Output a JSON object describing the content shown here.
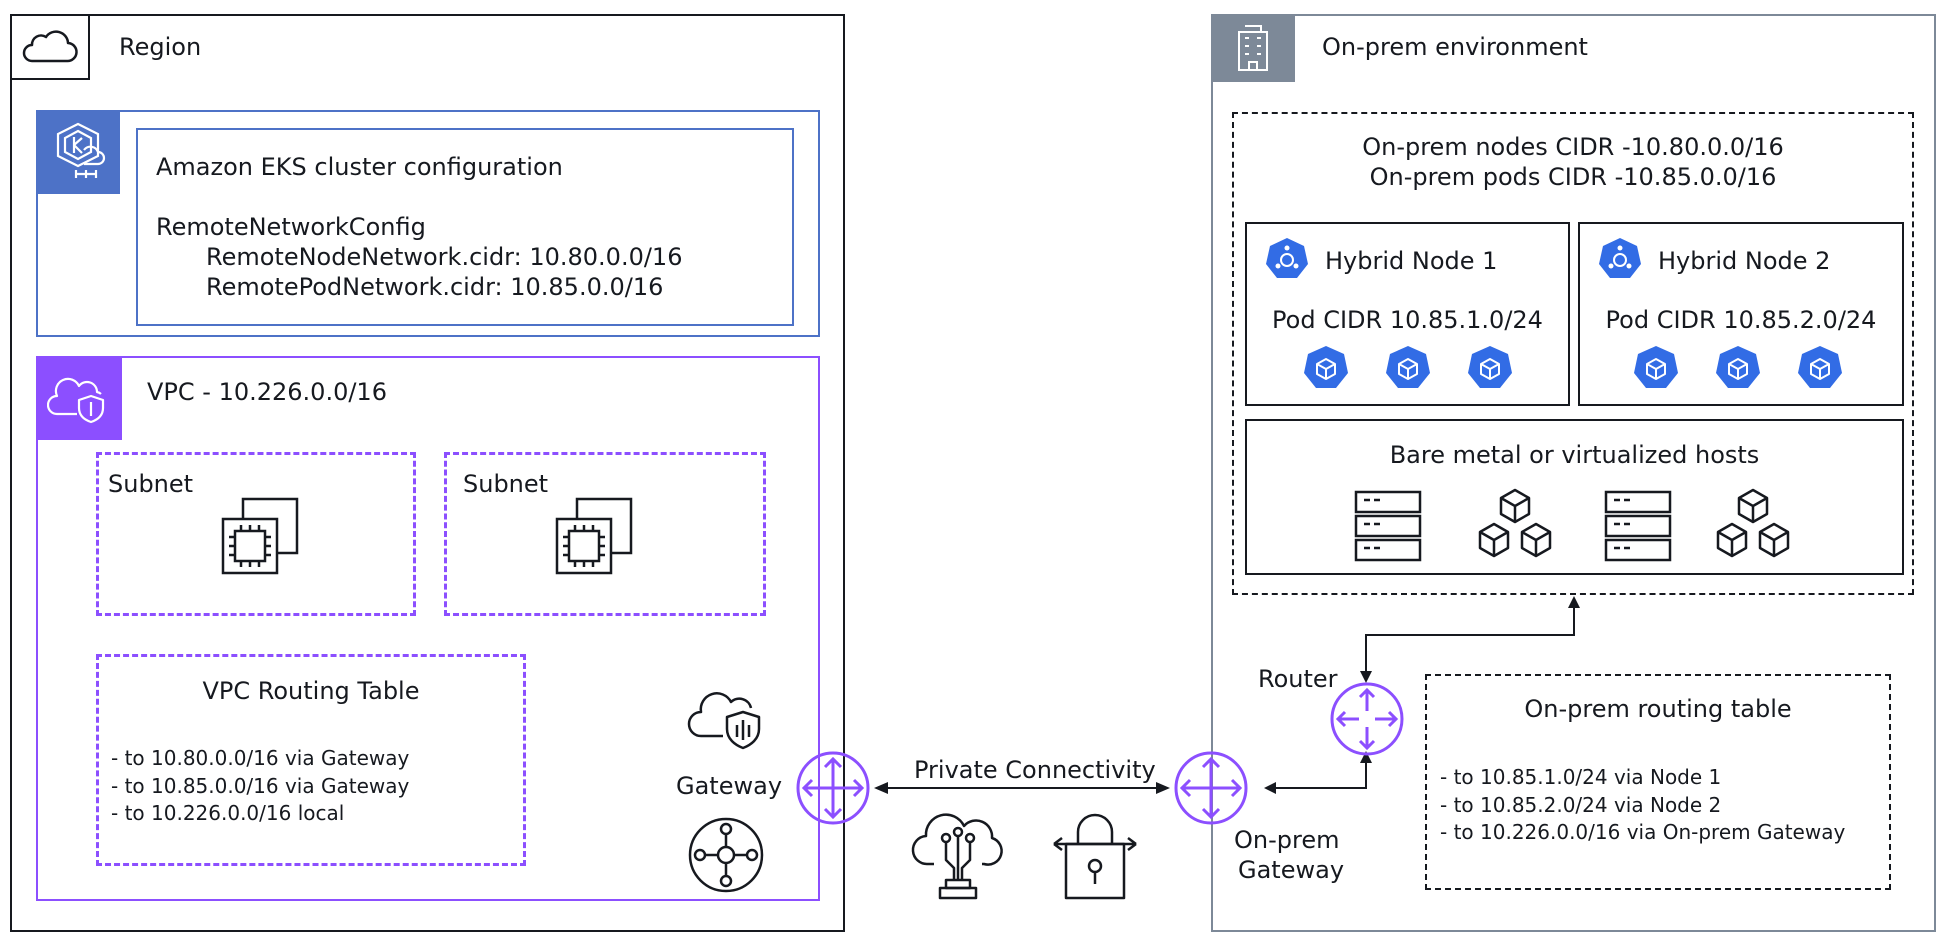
{
  "region": {
    "label": "Region"
  },
  "eks": {
    "title": "Amazon EKS cluster configuration",
    "config_name": "RemoteNetworkConfig",
    "node_network": "RemoteNodeNetwork.cidr: 10.80.0.0/16",
    "pod_network": "RemotePodNetwork.cidr: 10.85.0.0/16"
  },
  "vpc": {
    "label": "VPC - 10.226.0.0/16",
    "subnets": [
      {
        "label": "Subnet"
      },
      {
        "label": "Subnet"
      }
    ],
    "routing_table": {
      "title": "VPC Routing Table",
      "routes": [
        "-  to 10.80.0.0/16 via Gateway",
        "-  to 10.85.0.0/16 via Gateway",
        "-  to 10.226.0.0/16 local"
      ]
    },
    "gateway_label": "Gateway"
  },
  "connectivity": {
    "label": "Private Connectivity"
  },
  "onprem": {
    "label": "On-prem environment",
    "nodes_cidr": "On-prem nodes CIDR -10.80.0.0/16",
    "pods_cidr": "On-prem pods CIDR -10.85.0.0/16",
    "hybrid_nodes": [
      {
        "name": "Hybrid Node 1",
        "pod_cidr": "Pod CIDR 10.85.1.0/24"
      },
      {
        "name": "Hybrid Node 2",
        "pod_cidr": "Pod CIDR 10.85.2.0/24"
      }
    ],
    "hosts_label": "Bare metal or virtualized hosts",
    "router_label": "Router",
    "gateway_label_line1": "On-prem",
    "gateway_label_line2": "Gateway",
    "routing_table": {
      "title": "On-prem routing table",
      "routes": [
        "-  to 10.85.1.0/24 via Node 1",
        "-  to 10.85.2.0/24 via Node 2",
        "-  to 10.226.0.0/16 via On-prem Gateway"
      ]
    }
  },
  "colors": {
    "eks_blue": "#4d72c7",
    "vpc_purple": "#8c4fff",
    "k8s_blue": "#326ce5",
    "onprem_gray": "#7d8998",
    "dark": "#16191f"
  }
}
